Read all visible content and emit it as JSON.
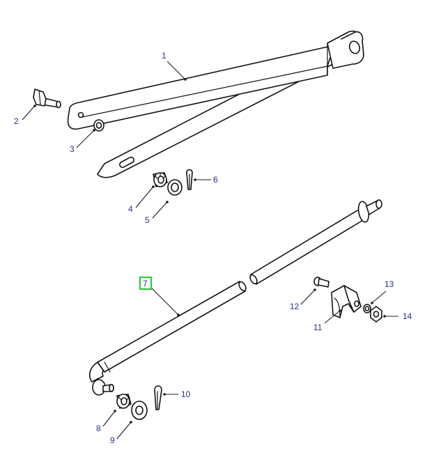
{
  "callouts": [
    {
      "id": "1",
      "label": "1"
    },
    {
      "id": "2",
      "label": "2"
    },
    {
      "id": "3",
      "label": "3"
    },
    {
      "id": "4",
      "label": "4"
    },
    {
      "id": "5",
      "label": "5"
    },
    {
      "id": "6",
      "label": "6"
    },
    {
      "id": "7",
      "label": "7",
      "highlighted": true
    },
    {
      "id": "8",
      "label": "8"
    },
    {
      "id": "9",
      "label": "9"
    },
    {
      "id": "10",
      "label": "10"
    },
    {
      "id": "11",
      "label": "11"
    },
    {
      "id": "12",
      "label": "12"
    },
    {
      "id": "13",
      "label": "13"
    },
    {
      "id": "14",
      "label": "14"
    }
  ],
  "colors": {
    "callout_text": "#2a2f8f",
    "highlight_box": "#2ecc40",
    "line_art": "#111111",
    "background": "#ffffff"
  }
}
